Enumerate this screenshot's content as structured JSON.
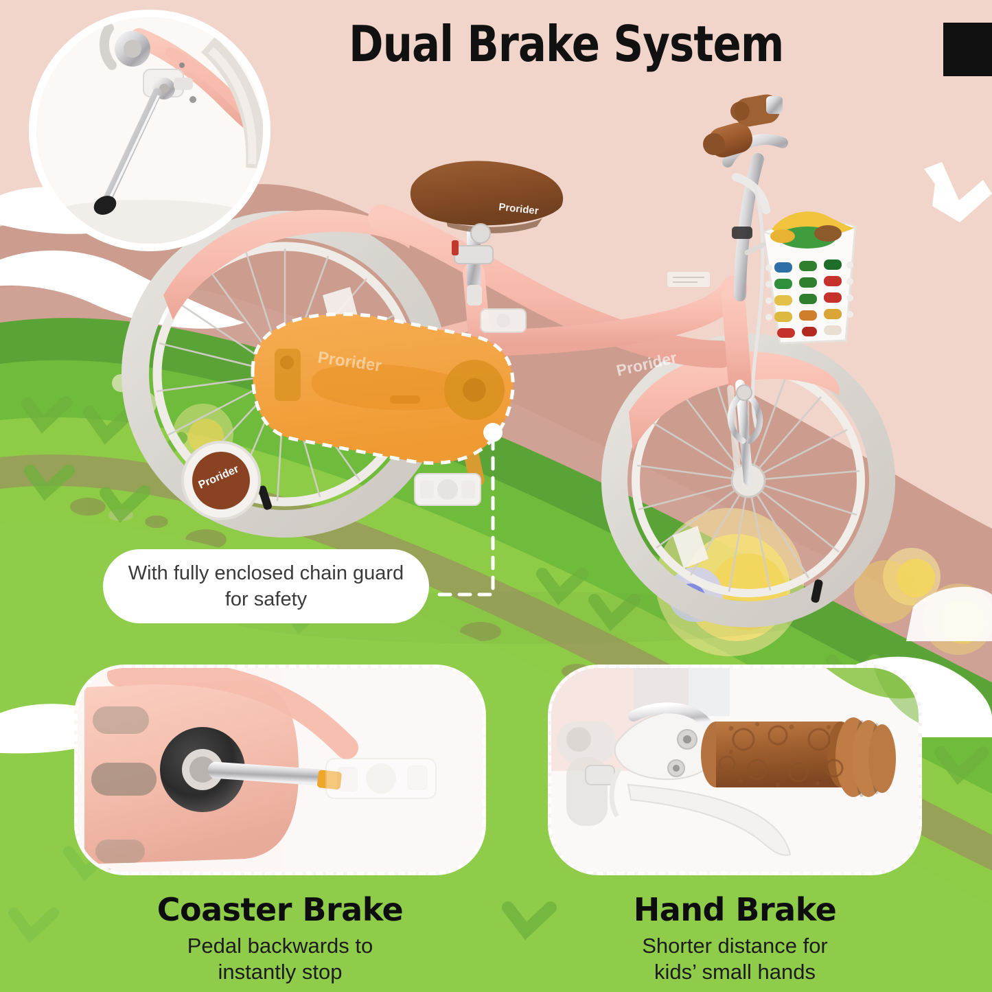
{
  "page": {
    "headline": "Dual Brake System",
    "background_color": "#f2d5ca",
    "accent_orange": "#f2a03c",
    "brand": "Prorider"
  },
  "title_block": {
    "label": "",
    "color": "#111111"
  },
  "insets": {
    "kickstand": {
      "name": "kickstand-photo",
      "caption": ""
    },
    "chain_guard": {
      "highlight_color": "#f2a03c",
      "brand_text": "Prorider",
      "training_wheel_brand": "Prorider"
    }
  },
  "callout": {
    "line1": "With fully enclosed chain",
    "line2": "guard for safety",
    "text": "With fully enclosed chain guard for safety"
  },
  "bike": {
    "frame_brand": "Prorider",
    "saddle_brand": "Prorider",
    "training_wheel_brand": "Prorider"
  },
  "features": [
    {
      "id": "coaster-brake",
      "title": "Coaster Brake",
      "sub_line1": "Pedal backwards to",
      "sub_line2": "instantly stop",
      "subtitle": "Pedal backwards to instantly stop"
    },
    {
      "id": "hand-brake",
      "title": "Hand Brake",
      "sub_line1": "Shorter distance for",
      "sub_line2": "kids’ small hands",
      "subtitle": "Shorter distance for kids’ small hands"
    }
  ],
  "scene": {
    "sky_color": "#f2d5ca",
    "hill_brown": "#cc9c8e",
    "hill_green_dark": "#5fa83a",
    "hill_green_mid": "#79c23f",
    "hill_green_light": "#a5d65c",
    "cloud_color": "#ffffff",
    "bird_color": "#ffffff"
  }
}
